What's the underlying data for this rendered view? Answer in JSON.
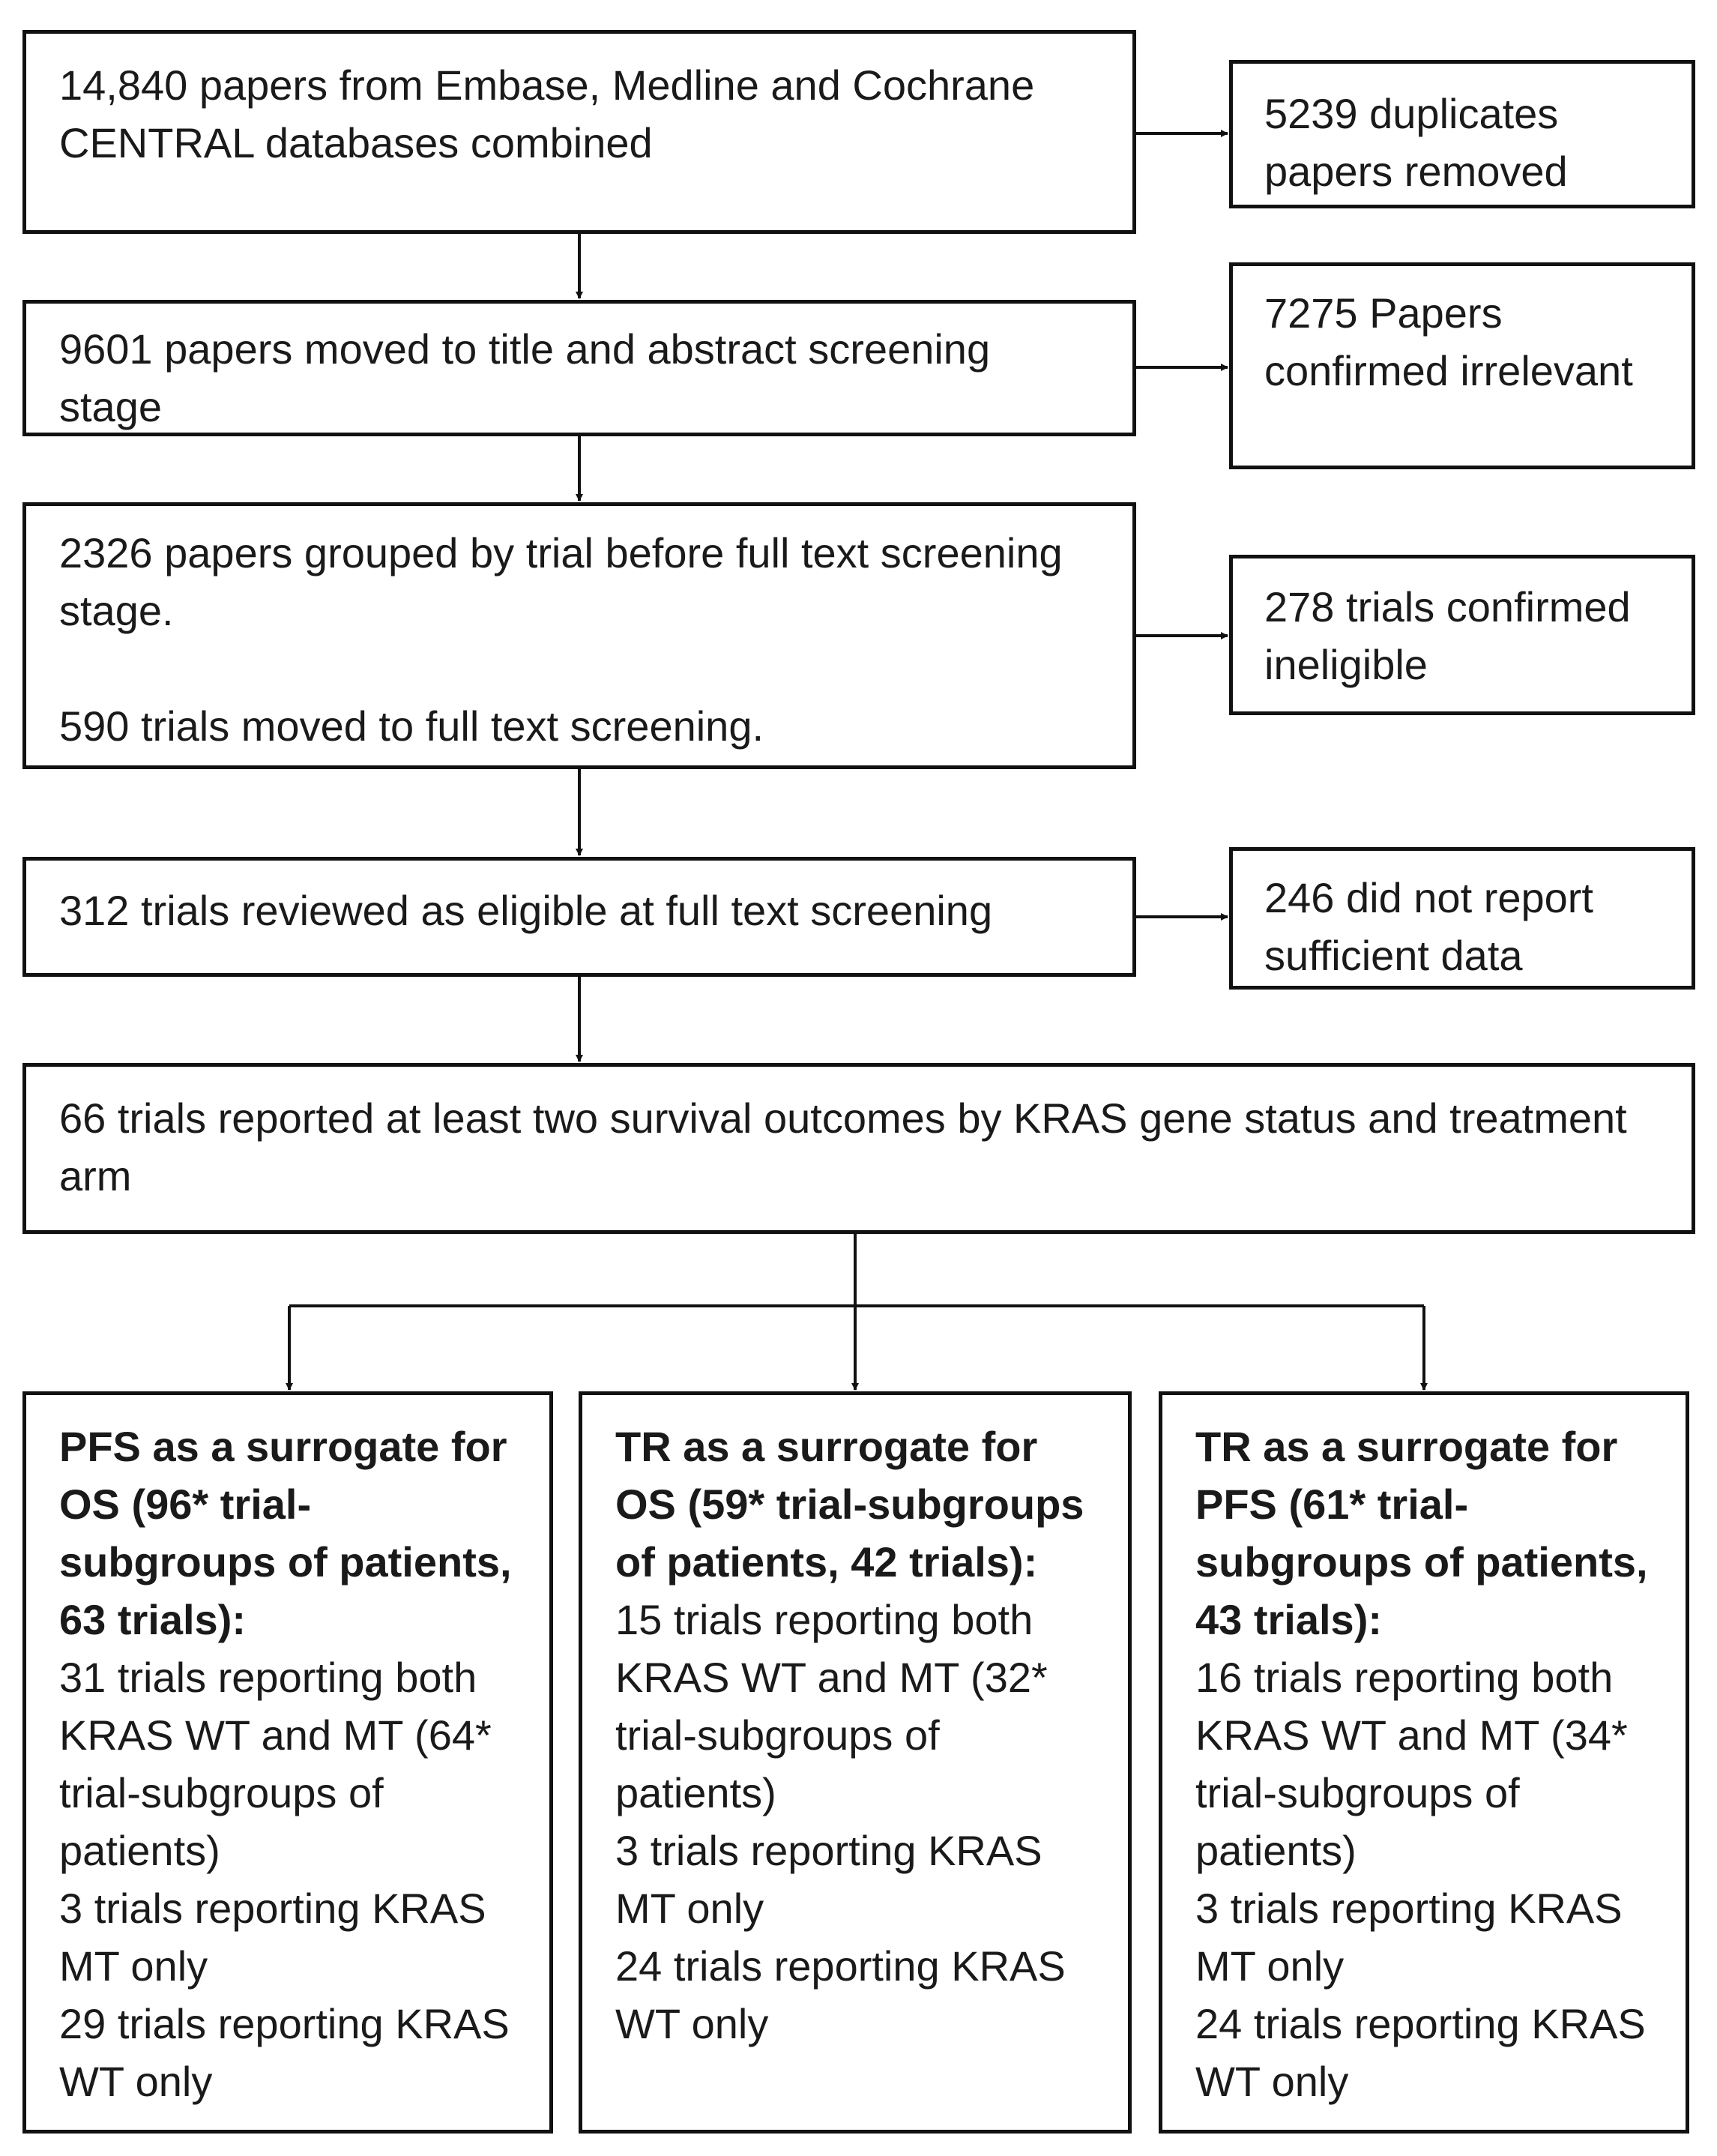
{
  "flow": {
    "step1": {
      "text": "14,840 papers from Embase, Medline and Cochrane CENTRAL databases combined"
    },
    "exclude1": {
      "text": "5239 duplicates papers removed"
    },
    "step2": {
      "text": "9601 papers moved to title and abstract screening stage"
    },
    "exclude2": {
      "text": "7275 Papers confirmed irrelevant"
    },
    "step3": {
      "text_a": "2326 papers grouped by trial before full text screening stage.",
      "text_b": "590 trials moved to full text screening."
    },
    "exclude3": {
      "text": "278 trials confirmed ineligible"
    },
    "step4": {
      "text": "312 trials reviewed as eligible at full text screening"
    },
    "exclude4": {
      "text": "246 did not report sufficient data"
    },
    "step5": {
      "text": "66 trials reported at least two survival outcomes by KRAS gene status and treatment arm"
    }
  },
  "outcomes": [
    {
      "header": "PFS as a surrogate for OS (96* trial-subgroups of patients, 63 trials):",
      "both": "31 trials reporting both KRAS WT and MT (64* trial-subgroups of patients)",
      "mt_only": "3 trials reporting KRAS MT only",
      "wt_only": "29 trials reporting KRAS WT only"
    },
    {
      "header": "TR as a surrogate for OS (59* trial-subgroups of patients, 42 trials):",
      "both": "15 trials reporting both KRAS WT and MT (32* trial-subgroups of patients)",
      "mt_only": "3 trials reporting KRAS MT only",
      "wt_only": "24 trials reporting KRAS WT only"
    },
    {
      "header": "TR as a surrogate for PFS (61* trial-subgroups of patients, 43 trials):",
      "both": "16 trials reporting both KRAS WT and MT (34* trial-subgroups of patients)",
      "mt_only": "3 trials reporting KRAS MT only",
      "wt_only": "24 trials reporting KRAS WT only"
    }
  ],
  "colors": {
    "border": "#111111",
    "text": "#1a1a1a",
    "background": "#ffffff"
  }
}
